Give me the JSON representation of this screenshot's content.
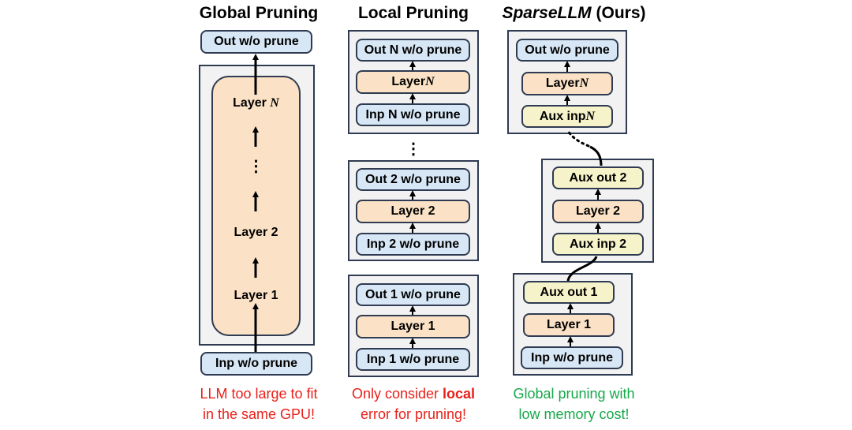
{
  "titles": {
    "global": "Global Pruning",
    "local": "Local Pruning",
    "sparse_italic": "SparseLLM",
    "sparse_rest": " (Ours)"
  },
  "global": {
    "out": "Out w/o prune",
    "layer_n_prefix": "Layer ",
    "n": "N",
    "ellipsis": "⋮",
    "layer_2": "Layer 2",
    "layer_1": "Layer 1",
    "inp": "Inp w/o prune",
    "caption_line1": "LLM too large to fit",
    "caption_line2": "in the same GPU!"
  },
  "local": {
    "out_n": "Out N w/o prune",
    "layer_n_prefix": "Layer ",
    "n": "N",
    "inp_n": "Inp N w/o prune",
    "ellipsis": "⋮",
    "out_2": "Out 2 w/o prune",
    "layer_2": "Layer 2",
    "inp_2": "Inp 2 w/o prune",
    "out_1": "Out 1 w/o prune",
    "layer_1": "Layer 1",
    "inp_1": "Inp 1 w/o prune",
    "caption_line1_pre": "Only consider ",
    "caption_line1_bold": "local",
    "caption_line2": "error for pruning!"
  },
  "sparse": {
    "out": "Out w/o prune",
    "layer_n_prefix": "Layer ",
    "n": "N",
    "aux_inp_n_prefix": "Aux inp ",
    "aux_out_2": "Aux out 2",
    "layer_2": "Layer 2",
    "aux_inp_2": "Aux inp 2",
    "aux_out_1": "Aux out 1",
    "layer_1": "Layer 1",
    "inp": "Inp w/o prune",
    "caption_line1": "Global pruning with",
    "caption_line2": "low memory cost!"
  },
  "colors": {
    "red": "#e8211b",
    "green": "#17a84b",
    "blue_box": "#d7e7f5",
    "peach_box": "#fbe2c6",
    "yellow_box": "#f6f2c9",
    "group_bg": "#f2f2f2",
    "border": "#2f3b52"
  }
}
